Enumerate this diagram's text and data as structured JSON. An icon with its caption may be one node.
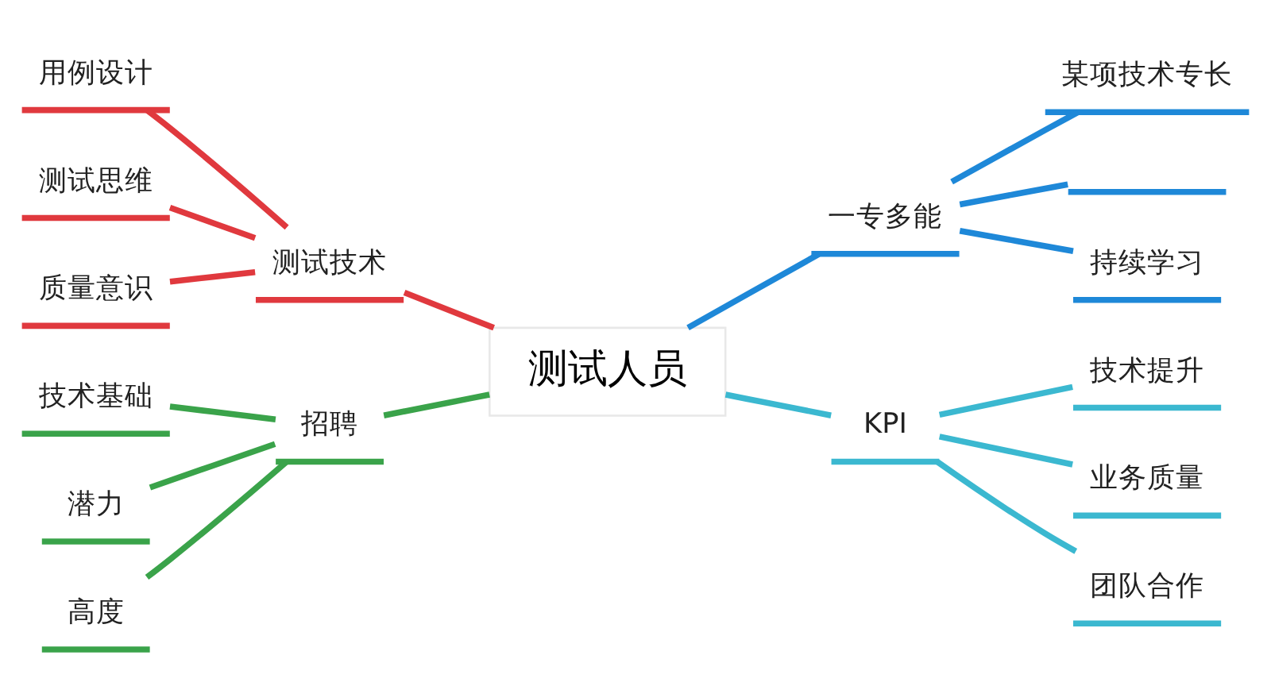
{
  "diagram": {
    "nodes": [
      {
        "text": [
          "测试人员"
        ]
      },
      {
        "text": [
          "测试技术"
        ]
      },
      {
        "text": [
          "用例设计"
        ]
      },
      {
        "text": [
          "测试思维"
        ]
      },
      {
        "text": [
          "质量意识"
        ]
      },
      {
        "text": [
          "招聘"
        ]
      },
      {
        "text": [
          "技术基础"
        ]
      },
      {
        "text": [
          "潜力"
        ]
      },
      {
        "text": [
          "高度"
        ]
      },
      {
        "text": [
          "一专多能"
        ]
      },
      {
        "text": [
          "某项技术专长"
        ]
      },
      {
        "text": [],
        "shape": "box"
      },
      {
        "text": [
          "持续学习"
        ]
      },
      {
        "text": [
          "KPI"
        ]
      },
      {
        "text": [
          "技术提升"
        ]
      },
      {
        "text": [
          "业务质量"
        ]
      },
      {
        "text": [
          "团队合作"
        ]
      }
    ],
    "edges": [
      {
        "from": 0,
        "to": 1,
        "arrow": "none",
        "color": "#e0393e"
      },
      {
        "from": 1,
        "to": 2,
        "arrow": "none",
        "color": "#e0393e"
      },
      {
        "from": 1,
        "to": 3,
        "arrow": "none",
        "color": "#e0393e"
      },
      {
        "from": 1,
        "to": 4,
        "arrow": "none",
        "color": "#e0393e"
      },
      {
        "from": 0,
        "to": 5,
        "arrow": "none",
        "color": "#3aa34a"
      },
      {
        "from": 5,
        "to": 6,
        "arrow": "none",
        "color": "#3aa34a"
      },
      {
        "from": 5,
        "to": 7,
        "arrow": "none",
        "color": "#3aa34a"
      },
      {
        "from": 5,
        "to": 8,
        "arrow": "none",
        "color": "#3aa34a"
      },
      {
        "from": 0,
        "to": 9,
        "arrow": "none",
        "color": "#1e88d8"
      },
      {
        "from": 9,
        "to": 10,
        "arrow": "none",
        "color": "#1e88d8"
      },
      {
        "from": 9,
        "to": 11,
        "arrow": "none",
        "color": "#1e88d8"
      },
      {
        "from": 9,
        "to": 12,
        "arrow": "none",
        "color": "#1e88d8"
      },
      {
        "from": 0,
        "to": 13,
        "arrow": "none",
        "color": "#3bb8d0"
      },
      {
        "from": 13,
        "to": 14,
        "arrow": "none",
        "color": "#3bb8d0"
      },
      {
        "from": 13,
        "to": 15,
        "arrow": "none",
        "color": "#3bb8d0"
      },
      {
        "from": 13,
        "to": 16,
        "arrow": "none",
        "color": "#3bb8d0"
      }
    ]
  }
}
